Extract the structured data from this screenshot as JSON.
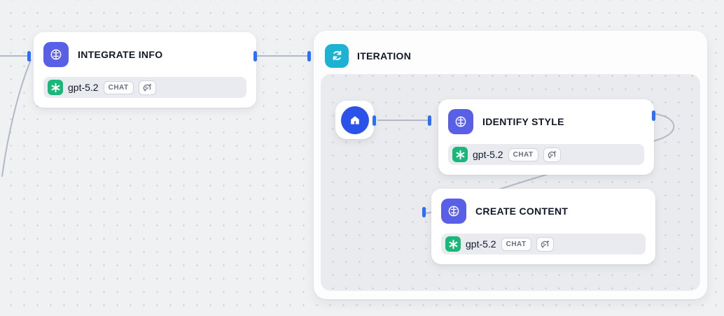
{
  "canvas": {
    "type": "workflow-editor",
    "background_color": "#f0f1f3",
    "dot_grid_color": "#c9cdd5"
  },
  "colors": {
    "llm_icon_bg": "#5a5fe8",
    "iteration_icon_bg": "#1db2d1",
    "start_icon_bg": "#2b53ea",
    "openai_icon_bg": "#1ab878",
    "handle_blue": "#2970ff",
    "edge_gray": "#b3b9c5",
    "title_text": "#111827",
    "badge_text": "#676f83",
    "model_bar_bg": "#e9ebf0",
    "iteration_panel_bg": "#e9ebee"
  },
  "nodes": {
    "integrate_info": {
      "title": "INTEGRATE INFO",
      "model": "gpt-5.2",
      "mode": "CHAT",
      "icon": "llm-icon",
      "provider_icon": "openai-icon",
      "extra_icon": "vision-icon"
    },
    "iteration": {
      "title": "ITERATION",
      "icon": "iteration-icon"
    },
    "iteration_start": {
      "icon": "home-icon"
    },
    "identify_style": {
      "title": "IDENTIFY STYLE",
      "model": "gpt-5.2",
      "mode": "CHAT",
      "icon": "llm-icon",
      "provider_icon": "openai-icon",
      "extra_icon": "vision-icon"
    },
    "create_content": {
      "title": "CREATE CONTENT",
      "model": "gpt-5.2",
      "mode": "CHAT",
      "icon": "llm-icon",
      "provider_icon": "openai-icon",
      "extra_icon": "vision-icon"
    }
  },
  "edges": [
    {
      "from": "offscreen-left",
      "to": "integrate-info-left-handle"
    },
    {
      "from": "offscreen-left",
      "to": "offscreen-bottom-left",
      "shape": "curve"
    },
    {
      "from": "integrate-info-right-handle",
      "to": "iteration-left-handle"
    },
    {
      "from": "iteration-start-right-handle",
      "to": "identify-style-left-handle"
    },
    {
      "from": "identify-style-right-handle",
      "to": "create-content-left-handle",
      "shape": "loop-down"
    }
  ]
}
